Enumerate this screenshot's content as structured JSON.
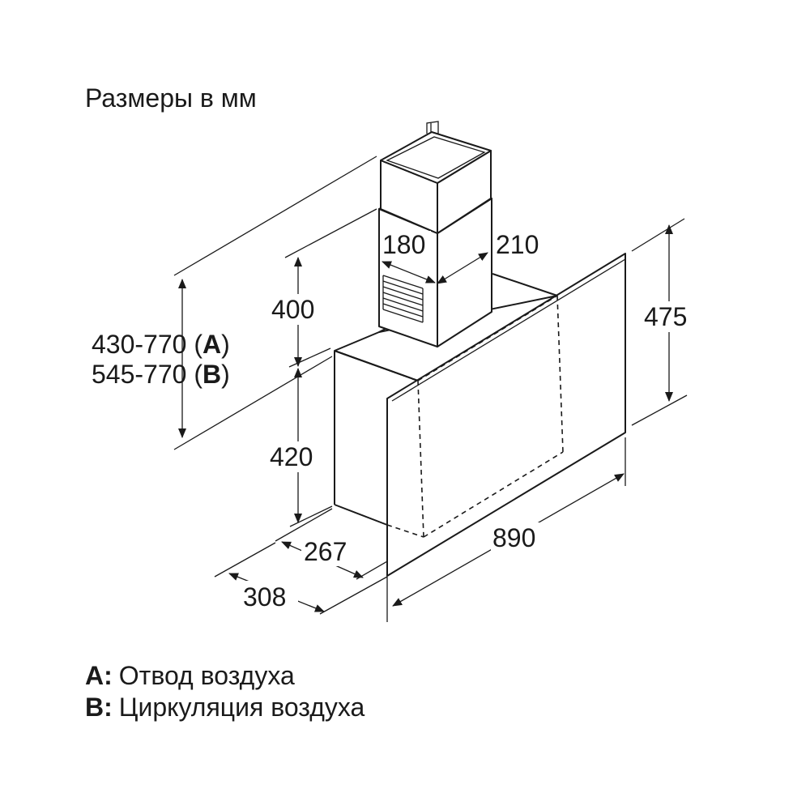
{
  "title": "Размеры в мм",
  "dimensions": {
    "height_range_a": "430-770 (",
    "height_range_a_key": "A",
    "height_range_b": "545-770 (",
    "height_range_b_key": "B",
    "close_paren": ")",
    "chimney_upper": "400",
    "chimney_lower": "420",
    "duct_width": "180",
    "duct_depth": "210",
    "glass_height": "475",
    "body_depth": "267",
    "total_depth": "308",
    "width": "890"
  },
  "legend": [
    {
      "key": "A:",
      "text": "Отвод воздуха"
    },
    {
      "key": "B:",
      "text": "Циркуляция воздуха"
    }
  ]
}
